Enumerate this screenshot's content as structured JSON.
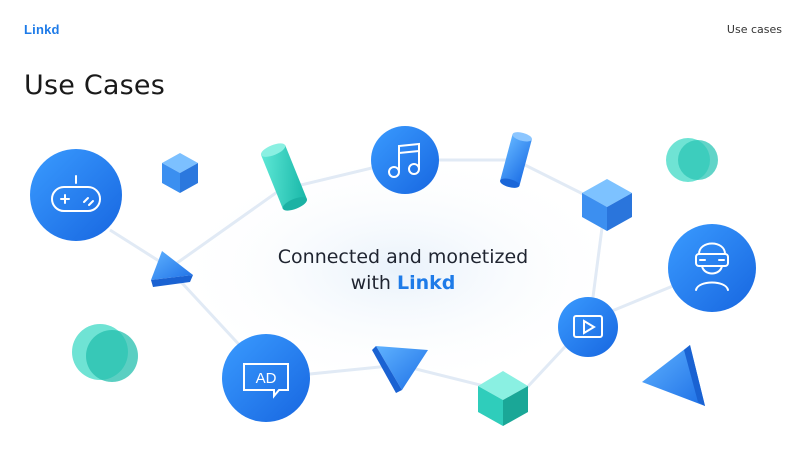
{
  "header": {
    "logo": "Linkd",
    "nav_label": "Use cases"
  },
  "page": {
    "title": "Use Cases"
  },
  "center": {
    "line1": "Connected and monetized",
    "line2_prefix": "with ",
    "brand": "Linkd"
  },
  "icons": {
    "ad_text": "AD"
  },
  "colors": {
    "accent": "#1e7be8",
    "teal": "#2ed3c0",
    "link_line": "#e3ecf6"
  }
}
